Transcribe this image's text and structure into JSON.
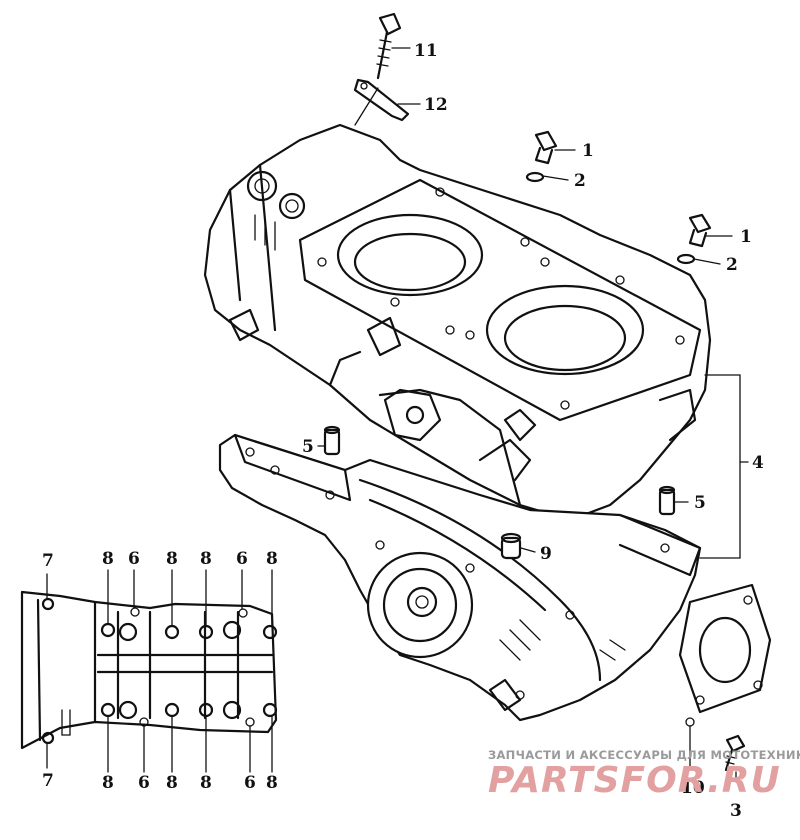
{
  "diagram": {
    "callouts": {
      "c1a": "1",
      "c1b": "1",
      "c2a": "2",
      "c2b": "2",
      "c3": "3",
      "c4": "4",
      "c5a": "5",
      "c5b": "5",
      "c6a": "6",
      "c6b": "6",
      "c6c": "6",
      "c6d": "6",
      "c7a": "7",
      "c7b": "7",
      "c8a": "8",
      "c8b": "8",
      "c8c": "8",
      "c8d": "8",
      "c8e": "8",
      "c8f": "8",
      "c8g": "8",
      "c8h": "8",
      "c9": "9",
      "c10": "10",
      "c11": "11",
      "c12": "12"
    }
  },
  "watermark": {
    "caption": "ЗАПЧАСТИ И АКСЕССУАРЫ ДЛЯ МОТОТЕХНИКИ",
    "logo": "PARTSFOR.RU",
    "color": "#e2a0a0"
  }
}
